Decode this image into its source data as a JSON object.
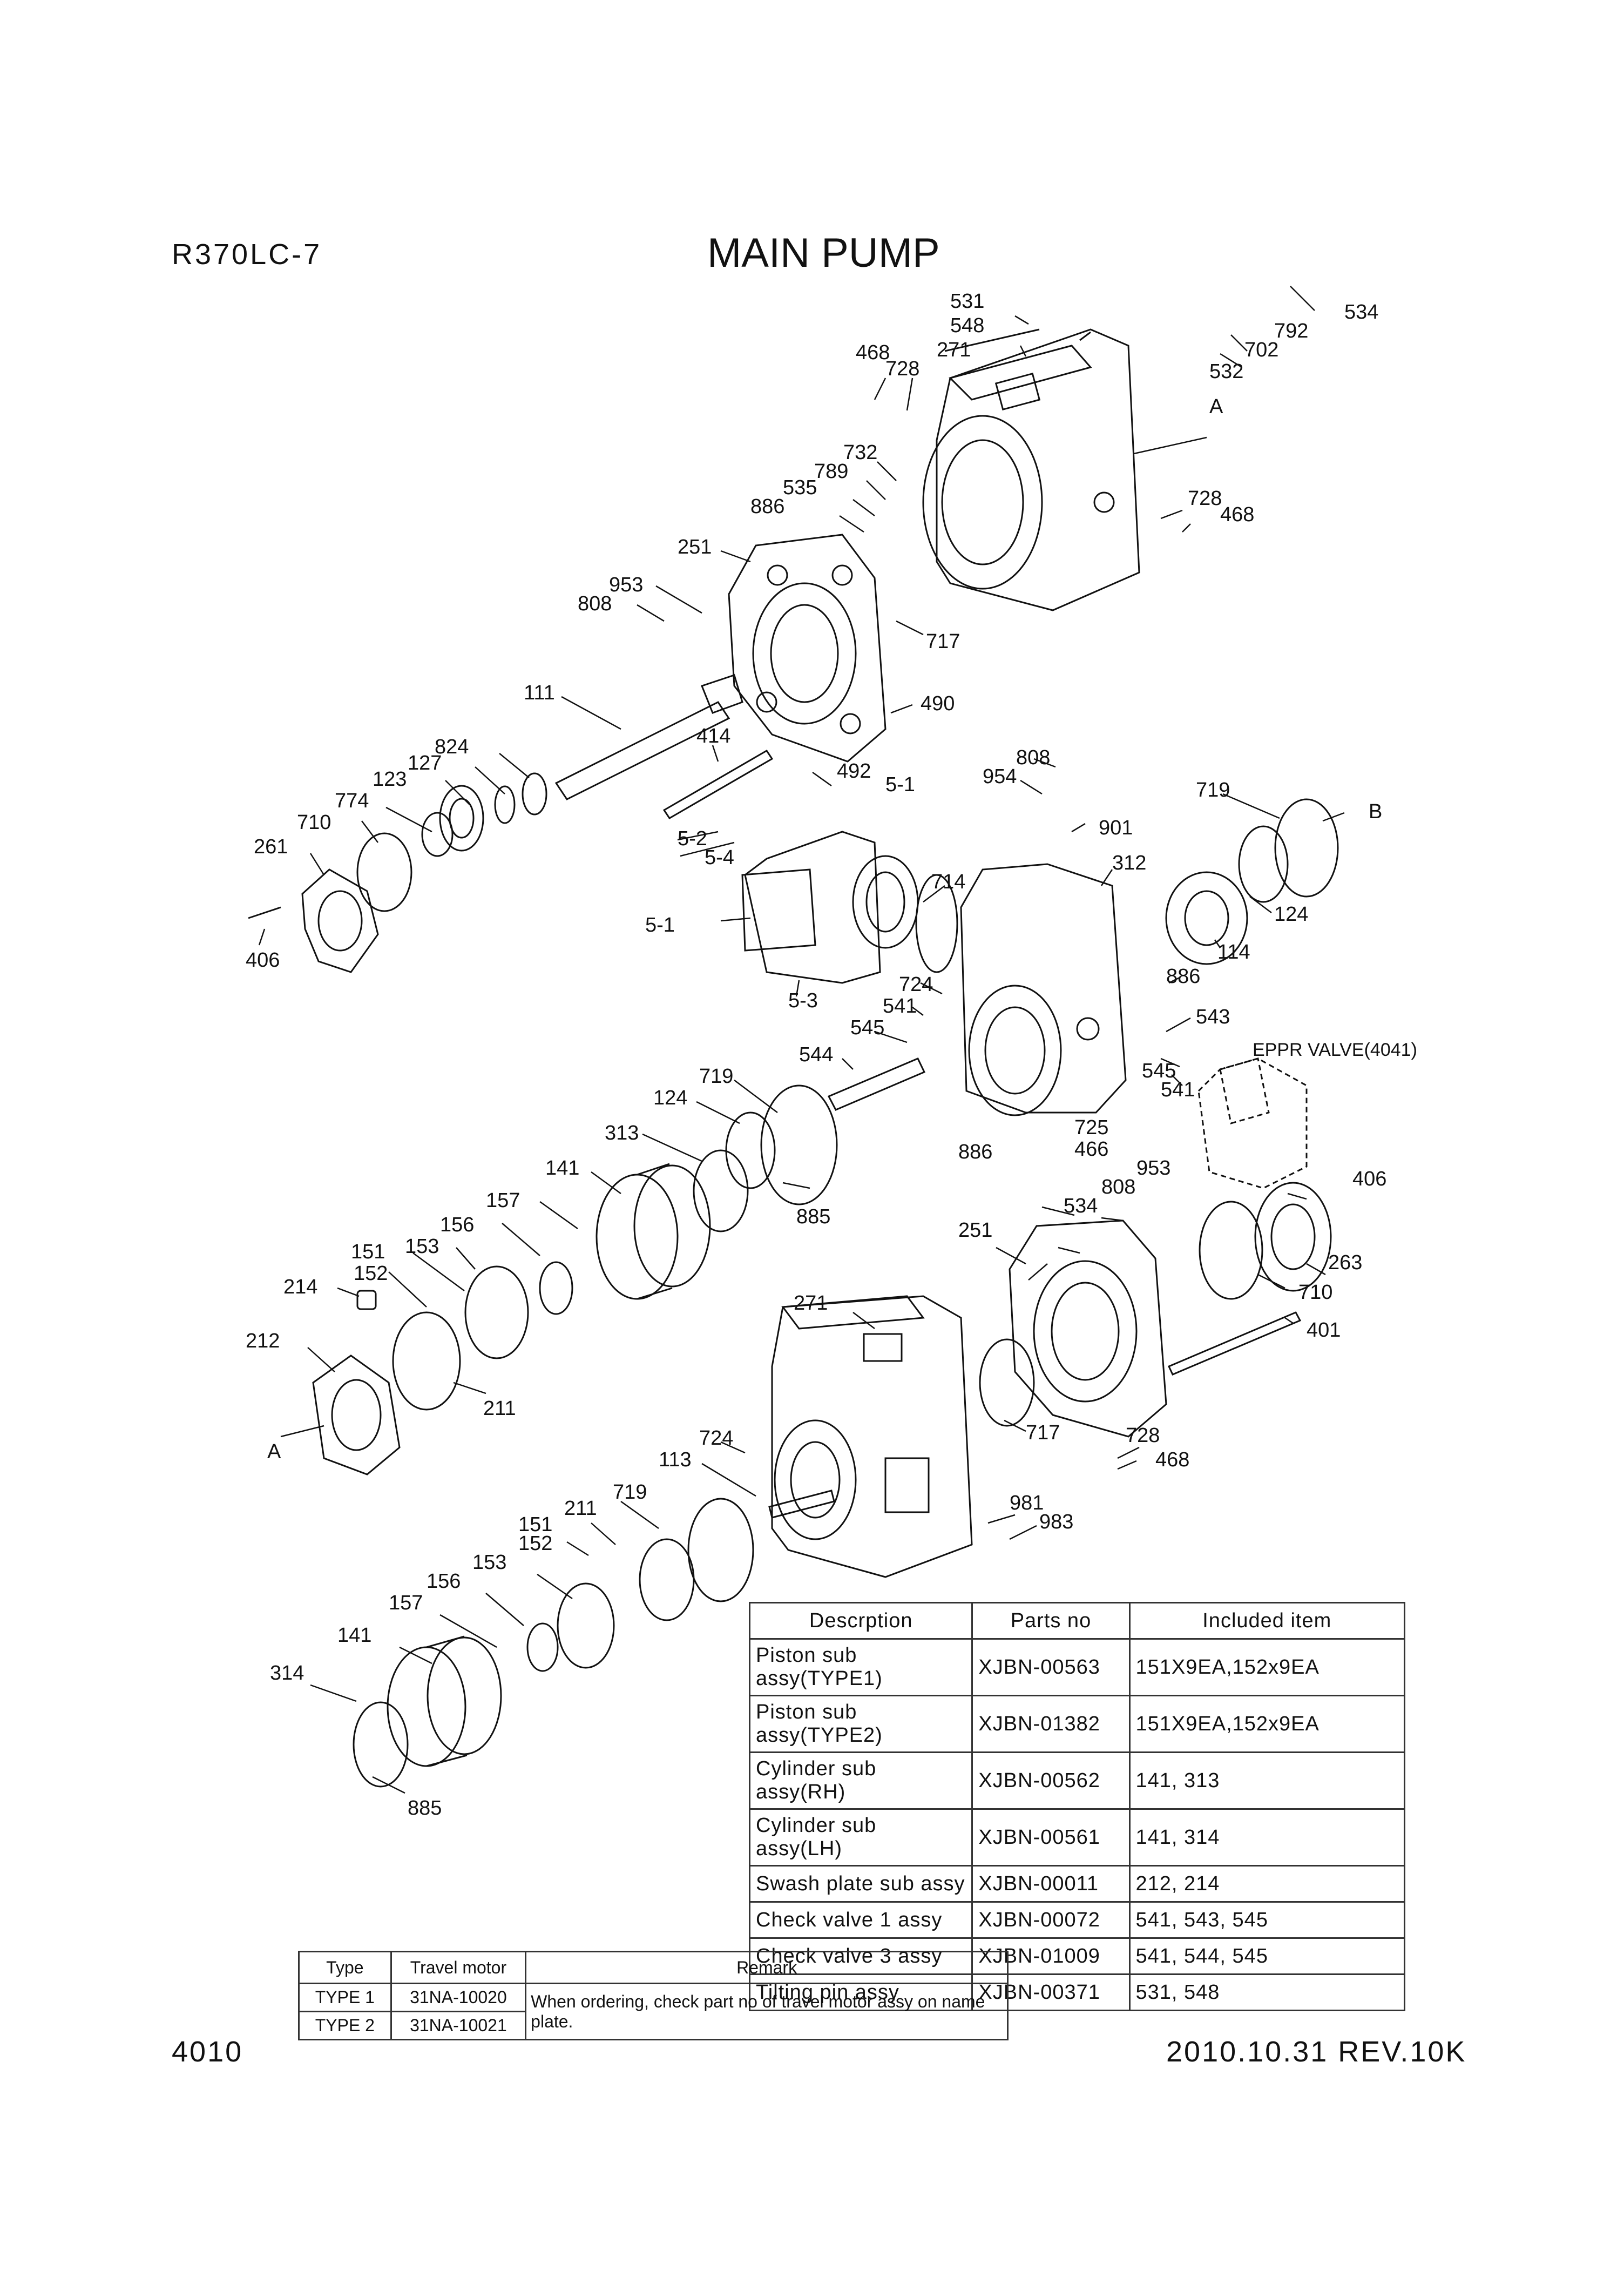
{
  "header": {
    "model": "R370LC-7",
    "title": "MAIN PUMP"
  },
  "footer": {
    "page": "4010",
    "date_rev": "2010.10.31  REV.10K"
  },
  "callouts": {
    "c531": "531",
    "c548": "548",
    "c534a": "534",
    "c792": "792",
    "c702": "702",
    "c532": "532",
    "c468a": "468",
    "c728a": "728",
    "c271a": "271",
    "cA1": "A",
    "c732": "732",
    "c789": "789",
    "c535": "535",
    "c886a": "886",
    "c728b": "728",
    "c468b": "468",
    "c251a": "251",
    "c953a": "953",
    "c808a": "808",
    "c717a": "717",
    "c111": "111",
    "c490": "490",
    "c414": "414",
    "c824": "824",
    "c127": "127",
    "c123": "123",
    "c774": "774",
    "c710a": "710",
    "c261": "261",
    "c406a": "406",
    "c492": "492",
    "c51a": "5-1",
    "c52": "5-2",
    "c54": "5-4",
    "c51b": "5-1",
    "c53": "5-3",
    "c808b": "808",
    "c954": "954",
    "c901": "901",
    "c719a": "719",
    "cB": "B",
    "c714": "714",
    "c312": "312",
    "c124a": "124",
    "c114": "114",
    "c724a": "724",
    "c541a": "541",
    "c545a": "545",
    "c886b": "886",
    "c543": "543",
    "c544": "544",
    "c545b": "545",
    "c541b": "541",
    "c719b": "719",
    "c124b": "124",
    "c313": "313",
    "c886c": "886",
    "c725": "725",
    "c466": "466",
    "c141a": "141",
    "c157a": "157",
    "c885a": "885",
    "c156a": "156",
    "c151a": "151",
    "c152a": "152",
    "c153a": "153",
    "c214": "214",
    "c212": "212",
    "c211a": "211",
    "cA2": "A",
    "c953b": "953",
    "c808c": "808",
    "c534b": "534",
    "c406b": "406",
    "c263": "263",
    "c251b": "251",
    "c710b": "710",
    "c401": "401",
    "c271b": "271",
    "c717b": "717",
    "c724b": "724",
    "c113": "113",
    "c728c": "728",
    "c468c": "468",
    "c719c": "719",
    "c981": "981",
    "c983": "983",
    "c211b": "211",
    "c151b": "151",
    "c152b": "152",
    "c153b": "153",
    "c156b": "156",
    "c157b": "157",
    "c141b": "141",
    "c314": "314",
    "c885b": "885",
    "eppr": "EPPR VALVE(4041)"
  },
  "parts_table": {
    "headers": [
      "Descrption",
      "Parts no",
      "Included item"
    ],
    "rows": [
      [
        "Piston sub assy(TYPE1)",
        "XJBN-00563",
        "151X9EA,152x9EA"
      ],
      [
        "Piston sub assy(TYPE2)",
        "XJBN-01382",
        "151X9EA,152x9EA"
      ],
      [
        "Cylinder sub assy(RH)",
        "XJBN-00562",
        "141, 313"
      ],
      [
        "Cylinder sub assy(LH)",
        "XJBN-00561",
        "141, 314"
      ],
      [
        "Swash plate sub assy",
        "XJBN-00011",
        "212, 214"
      ],
      [
        "Check valve 1 assy",
        "XJBN-00072",
        "541, 543, 545"
      ],
      [
        "Check valve 3 assy",
        "XJBN-01009",
        "541, 544, 545"
      ],
      [
        "Tilting pin assy",
        "XJBN-00371",
        "531, 548"
      ]
    ]
  },
  "motor_table": {
    "headers": [
      "Type",
      "Travel motor",
      "Remark"
    ],
    "rows": [
      [
        "TYPE 1",
        "31NA-10020"
      ],
      [
        "TYPE 2",
        "31NA-10021"
      ]
    ],
    "remark": "When ordering, check part no of travel motor assy on name plate."
  }
}
